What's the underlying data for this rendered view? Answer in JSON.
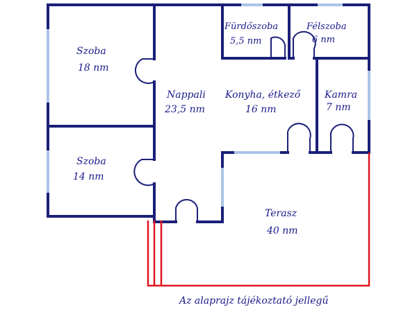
{
  "rooms": [
    {
      "name": "Szoba",
      "area": "18 nm"
    },
    {
      "name": "Szoba",
      "area": "14 nm"
    },
    {
      "name": "Nappali",
      "area": "23,5 nm"
    },
    {
      "name": "Konyha, étkező",
      "area": "16 nm"
    },
    {
      "name": "Fürdőszoba",
      "area": "5,5 nm"
    },
    {
      "name": "Félszoba",
      "area": "6 nm"
    },
    {
      "name": "Kamra",
      "area": "7 nm"
    },
    {
      "name": "Terasz",
      "area": "40 nm"
    }
  ],
  "caption": "Az alaprajz tájékoztató jellegű",
  "colors": {
    "wall": "#1a1f78",
    "window": "#a9c4e6",
    "terrace": "#e0141e",
    "text": "#1a1a8a"
  }
}
